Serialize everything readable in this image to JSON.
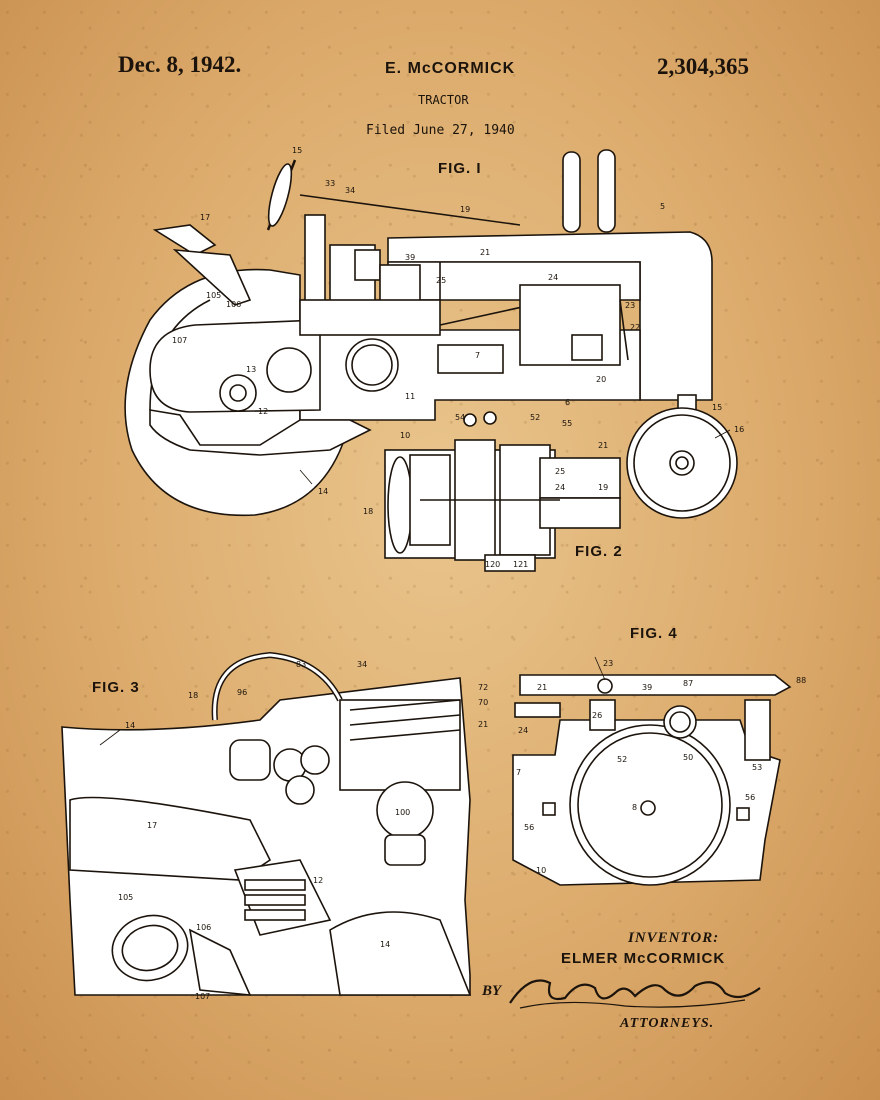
{
  "header": {
    "date": "Dec. 8, 1942.",
    "inventor": "E. McCORMICK",
    "patent_number": "2,304,365",
    "subject": "TRACTOR",
    "filed": "Filed June 27, 1940"
  },
  "figures": {
    "fig1": "FIG. I",
    "fig2": "FIG. 2",
    "fig3": "FIG. 3",
    "fig4": "FIG. 4"
  },
  "footer": {
    "inventor_label": "INVENTOR:",
    "inventor_name": "ELMER McCORMICK",
    "by": "BY",
    "attorneys": "ATTORNEYS."
  },
  "colors": {
    "ink": "#1c140c",
    "paper": "#dcab6c"
  }
}
